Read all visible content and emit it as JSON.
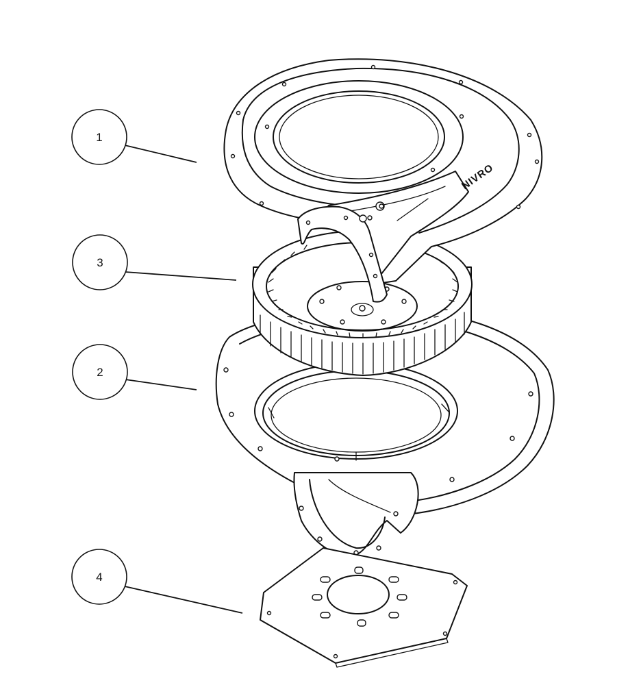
{
  "callouts": [
    {
      "label": "1",
      "part": "blower-top-housing"
    },
    {
      "label": "3",
      "part": "blower-wheel"
    },
    {
      "label": "2",
      "part": "blower-bottom-housing"
    },
    {
      "label": "4",
      "part": "mounting-plate"
    }
  ],
  "housing_logo": "NIVRO"
}
